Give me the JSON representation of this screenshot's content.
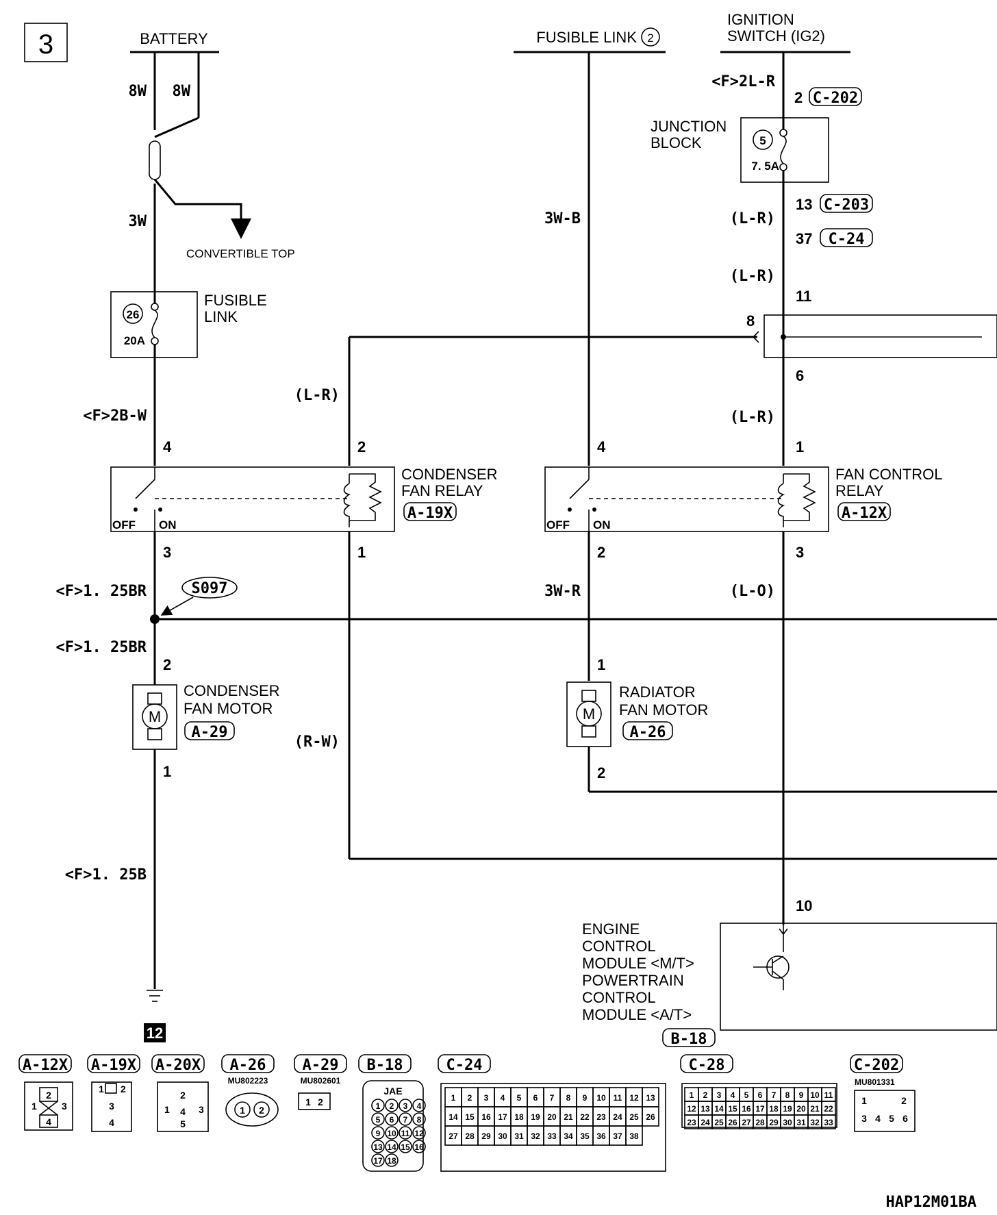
{
  "page_number": "3",
  "drawing_code": "HAP12M01BA",
  "ground_number": "12",
  "sources": {
    "battery": "BATTERY",
    "fusible_link_2": "FUSIBLE LINK",
    "fusible_link_2_num": "2",
    "ignition_line1": "IGNITION",
    "ignition_line2": "SWITCH (IG2)"
  },
  "wires": {
    "bat_a": "8W",
    "bat_b": "8W",
    "w3w": "3W",
    "w3wb": "3W-B",
    "w2bw": "<F>2B-W",
    "w2lr": "<F>2L-R",
    "lr1": "(L-R)",
    "lr2": "(L-R)",
    "lr3": "(L-R)",
    "lr4": "(L-R)",
    "br1": "<F>1. 25BR",
    "br2": "<F>1. 25BR",
    "b125": "<F>1. 25B",
    "w3wr": "3W-R",
    "lo": "(L-O)",
    "rw": "(R-W)"
  },
  "labels": {
    "convertible_top": "CONVERTIBLE TOP",
    "fusible_link_line1": "FUSIBLE",
    "fusible_link_line2": "LINK",
    "fuse26_num": "26",
    "fuse26_rating": "20A",
    "junction_line1": "JUNCTION",
    "junction_line2": "BLOCK",
    "fuse5_num": "5",
    "fuse5_rating": "7. 5A",
    "cond_relay_line1": "CONDENSER",
    "cond_relay_line2": "FAN RELAY",
    "cond_relay_conn": "A-19X",
    "fan_ctrl_line1": "FAN CONTROL",
    "fan_ctrl_line2": "RELAY",
    "fan_ctrl_conn": "A-12X",
    "off": "OFF",
    "on": "ON",
    "off2": "OFF",
    "on2": "ON",
    "splice": "S097",
    "cond_motor_line1": "CONDENSER",
    "cond_motor_line2": "FAN MOTOR",
    "cond_motor_conn": "A-29",
    "rad_motor_line1": "RADIATOR",
    "rad_motor_line2": "FAN MOTOR",
    "rad_motor_conn": "A-26",
    "motor_symbol": "M",
    "ecm_line1": "ENGINE",
    "ecm_line2": "CONTROL",
    "ecm_line3": "MODULE <M/T>",
    "ecm_line4": "POWERTRAIN",
    "ecm_line5": "CONTROL",
    "ecm_line6": "MODULE <A/T>",
    "ecm_conn": "B-18",
    "c202_conn": "C-202",
    "c203_conn": "C-203",
    "c24_conn": "C-24"
  },
  "pins": {
    "c202_pin": "2",
    "c203_pin": "13",
    "c24_pin": "37",
    "p11": "11",
    "p8": "8",
    "p6": "6",
    "cr_4": "4",
    "cr_2": "2",
    "cr_3": "3",
    "cr_1": "1",
    "fc_4": "4",
    "fc_1": "1",
    "fc_2": "2",
    "fc_3": "3",
    "cm_2": "2",
    "cm_1": "1",
    "rm_1": "1",
    "rm_2": "2",
    "ecm_10": "10"
  },
  "connectors": [
    {
      "name": "A-12X",
      "pins": [
        "1",
        "2",
        "3",
        "4"
      ]
    },
    {
      "name": "A-19X",
      "pins": [
        "1",
        "2",
        "3",
        "4"
      ]
    },
    {
      "name": "A-20X",
      "pins": [
        "1",
        "2",
        "3",
        "4",
        "5"
      ]
    },
    {
      "name": "A-26",
      "part": "MU802223",
      "pins": [
        "1",
        "2"
      ]
    },
    {
      "name": "A-29",
      "part": "MU802601",
      "pins": [
        "1",
        "2"
      ]
    },
    {
      "name": "B-18",
      "header": "JAE",
      "pins": [
        "1",
        "2",
        "3",
        "4",
        "5",
        "6",
        "7",
        "8",
        "9",
        "10",
        "11",
        "12",
        "13",
        "14",
        "15",
        "16",
        "17",
        "18"
      ]
    },
    {
      "name": "C-24",
      "pins": [
        "1",
        "2",
        "3",
        "4",
        "5",
        "6",
        "7",
        "8",
        "9",
        "10",
        "11",
        "12",
        "13",
        "14",
        "15",
        "16",
        "17",
        "18",
        "19",
        "20",
        "21",
        "22",
        "23",
        "24",
        "25",
        "26",
        "27",
        "28",
        "29",
        "30",
        "31",
        "32",
        "33",
        "34",
        "35",
        "36",
        "37",
        "38"
      ]
    },
    {
      "name": "C-28",
      "pins": [
        "1",
        "2",
        "3",
        "4",
        "5",
        "6",
        "7",
        "8",
        "9",
        "10",
        "11",
        "12",
        "13",
        "14",
        "15",
        "16",
        "17",
        "18",
        "19",
        "20",
        "21",
        "22",
        "23",
        "24",
        "25",
        "26",
        "27",
        "28",
        "29",
        "30",
        "31",
        "32",
        "33"
      ]
    },
    {
      "name": "C-202",
      "part": "MU801331",
      "pins": [
        "1",
        "2",
        "3",
        "4",
        "5",
        "6"
      ]
    }
  ]
}
